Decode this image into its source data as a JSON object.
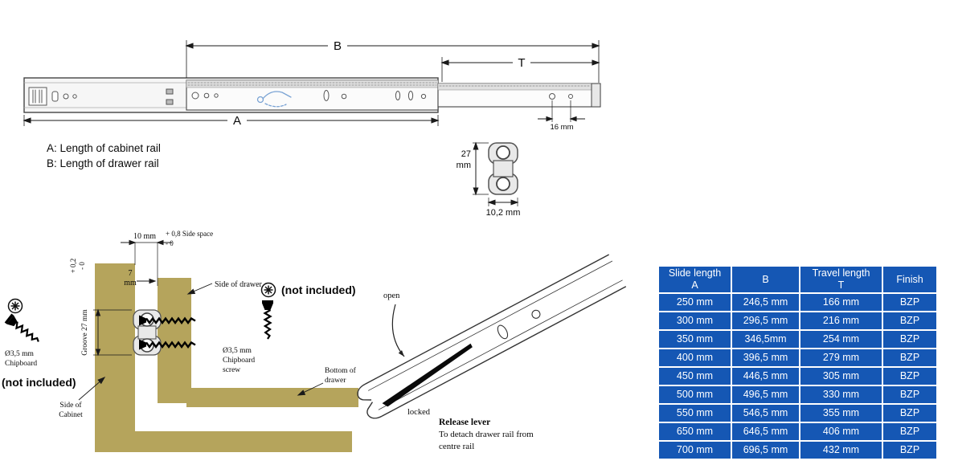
{
  "top_drawing": {
    "dim_a_label": "A",
    "dim_b_label": "B",
    "dim_t_label": "T",
    "dim_16mm_label": "16 mm",
    "legend_a": "A: Length of cabinet rail",
    "legend_b": "B: Length of drawer rail"
  },
  "cross_section": {
    "height_value": "27",
    "height_unit": "mm",
    "width_label": "10,2 mm"
  },
  "installation": {
    "dim_10mm": "10 mm",
    "tol_side_space": "+ 0,8 Side space",
    "tol_side_space_lower": "- 0",
    "dim_7": "7",
    "dim_7_unit": "mm",
    "tol_groove_upper": "+ 0,2",
    "tol_groove_lower": "- 0",
    "groove_label": "Groove 27 mm",
    "side_of_drawer": "Side of drawer",
    "not_included_right": "(not included)",
    "not_included_left": "(not included)",
    "screw_left_line1": "Ø3,5 mm",
    "screw_left_line2": "Chipboard",
    "screw_right_line1": "Ø3,5 mm",
    "screw_right_line2": "Chipboard",
    "screw_right_line3": "screw",
    "side_of_cabinet_1": "Side of",
    "side_of_cabinet_2": "Cabinet",
    "bottom_of_drawer_1": "Bottom of",
    "bottom_of_drawer_2": "drawer"
  },
  "lever": {
    "open_label": "open",
    "locked_label": "locked",
    "title": "Release lever",
    "desc1": "To detach drawer rail from",
    "desc2": "centre rail"
  },
  "table": {
    "header": {
      "col1_line1": "Slide length",
      "col1_line2": "A",
      "col2": "B",
      "col3_line1": "Travel length",
      "col3_line2": "T",
      "col4": "Finish"
    },
    "rows": [
      [
        "250 mm",
        "246,5 mm",
        "166 mm",
        "BZP"
      ],
      [
        "300 mm",
        "296,5 mm",
        "216 mm",
        "BZP"
      ],
      [
        "350 mm",
        "346,5mm",
        "254 mm",
        "BZP"
      ],
      [
        "400 mm",
        "396,5 mm",
        "279 mm",
        "BZP"
      ],
      [
        "450 mm",
        "446,5 mm",
        "305 mm",
        "BZP"
      ],
      [
        "500 mm",
        "496,5 mm",
        "330 mm",
        "BZP"
      ],
      [
        "550 mm",
        "546,5 mm",
        "355 mm",
        "BZP"
      ],
      [
        "650 mm",
        "646,5 mm",
        "406 mm",
        "BZP"
      ],
      [
        "700 mm",
        "696,5 mm",
        "432 mm",
        "BZP"
      ]
    ]
  },
  "colors": {
    "table_blue": "#1557b4",
    "wood": "#b5a45c"
  }
}
